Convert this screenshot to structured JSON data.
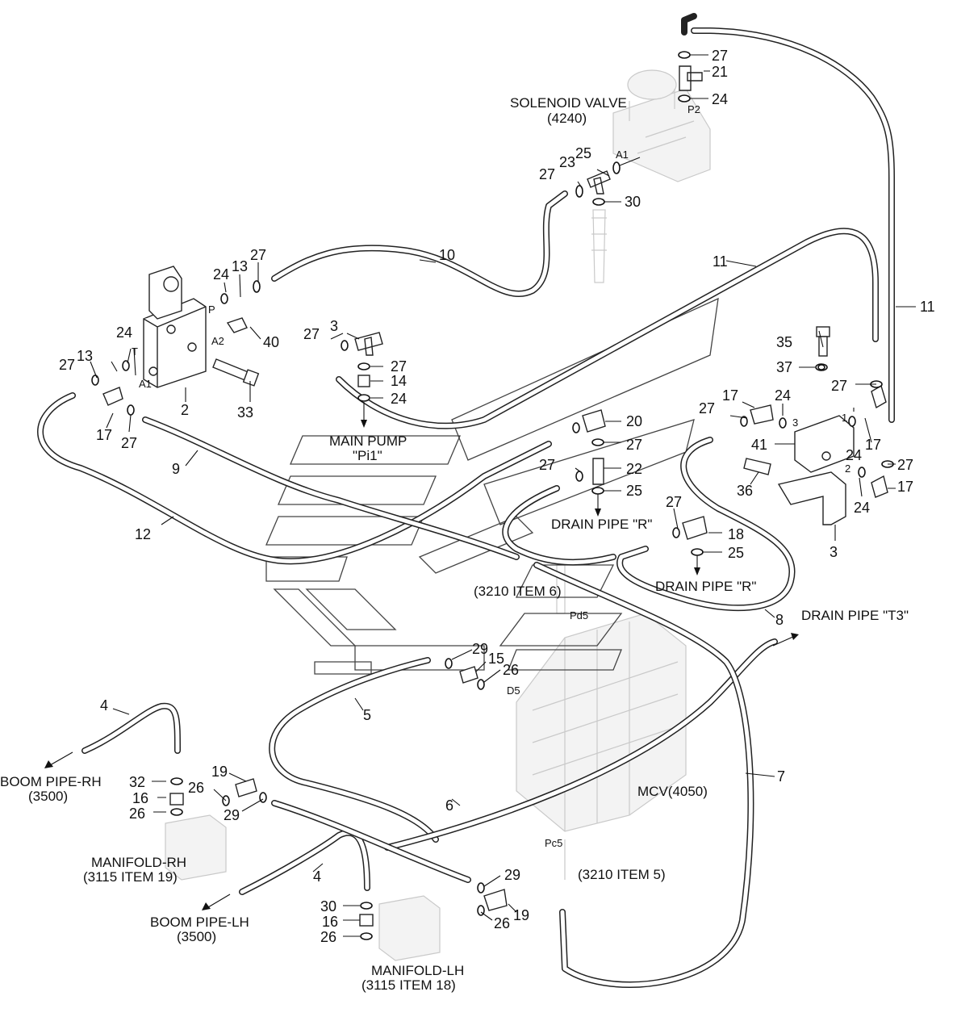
{
  "diagram": {
    "components": {
      "solenoid_valve": "SOLENOID VALVE",
      "solenoid_valve_ref": "(4240)",
      "main_pump": "MAIN PUMP",
      "main_pump_ref": "\"Pi1\"",
      "drain_pipe_r_1": "DRAIN PIPE \"R\"",
      "drain_pipe_r_2": "DRAIN PIPE \"R\"",
      "drain_pipe_t3": "DRAIN PIPE \"T3\"",
      "item6": "(3210 ITEM 6)",
      "item5": "(3210 ITEM 5)",
      "mcv": "MCV(4050)",
      "boom_pipe_rh": "BOOM PIPE-RH",
      "boom_pipe_rh_ref": "(3500)",
      "boom_pipe_lh": "BOOM PIPE-LH",
      "boom_pipe_lh_ref": "(3500)",
      "manifold_rh": "MANIFOLD-RH",
      "manifold_rh_ref": "(3115 ITEM 19)",
      "manifold_lh": "MANIFOLD-LH",
      "manifold_lh_ref": "(3115 ITEM 18)"
    },
    "ports": {
      "p2": "P2",
      "a1_sol": "A1",
      "p": "P",
      "a2": "A2",
      "t": "T",
      "a1": "A1",
      "pd5": "Pd5",
      "d5": "D5",
      "pc5": "Pc5",
      "b1": "1",
      "b2": "2",
      "b3": "3"
    },
    "part_numbers": {
      "n27a": "27",
      "n21": "21",
      "n24a": "24",
      "n25a": "25",
      "n23": "23",
      "n27b": "27",
      "n30a": "30",
      "n10": "10",
      "n11a": "11",
      "n11b": "11",
      "n24b": "24",
      "n13a": "13",
      "n27c": "27",
      "n40": "40",
      "n24c": "24",
      "n27d": "27",
      "n13b": "13",
      "n2": "2",
      "n33": "33",
      "n17a": "17",
      "n27e": "27",
      "n3a": "3",
      "n27f": "27",
      "n27g": "27",
      "n14": "14",
      "n24d": "24",
      "n9": "9",
      "n12": "12",
      "n35": "35",
      "n37": "37",
      "n27h": "27",
      "n17b": "17",
      "n24e": "24",
      "n27i": "27",
      "n20": "20",
      "n27j": "27",
      "n27k": "27",
      "n22": "22",
      "n25b": "25",
      "n41": "41",
      "n24f": "24",
      "n17c": "17",
      "n27l": "27",
      "n17d": "17",
      "n36": "36",
      "n24g": "24",
      "n3b": "3",
      "n27m": "27",
      "n18": "18",
      "n25c": "25",
      "n8": "8",
      "n29a": "29",
      "n15": "15",
      "n26a": "26",
      "n5": "5",
      "n7": "7",
      "n4a": "4",
      "n32": "32",
      "n16a": "16",
      "n26b": "26",
      "n19a": "19",
      "n26c": "26",
      "n29b": "29",
      "n6": "6",
      "n4b": "4",
      "n29c": "29",
      "n19b": "19",
      "n30b": "30",
      "n16b": "16",
      "n26d": "26",
      "n26e": "26"
    }
  }
}
